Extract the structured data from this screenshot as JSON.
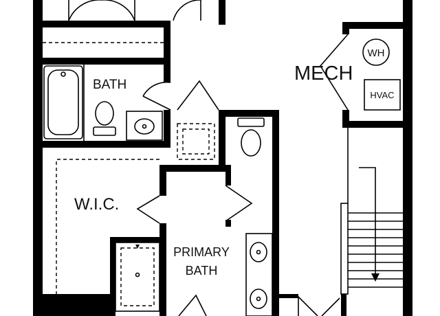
{
  "rooms": {
    "bath": "BATH",
    "mech": "MECH",
    "wic": "W.I.C.",
    "primary_bath_line1": "PRIMARY",
    "primary_bath_line2": "BATH"
  },
  "fixtures": {
    "water_heater": "WH",
    "hvac": "HVAC"
  },
  "colors": {
    "wall": "#000000",
    "background": "#ffffff"
  }
}
